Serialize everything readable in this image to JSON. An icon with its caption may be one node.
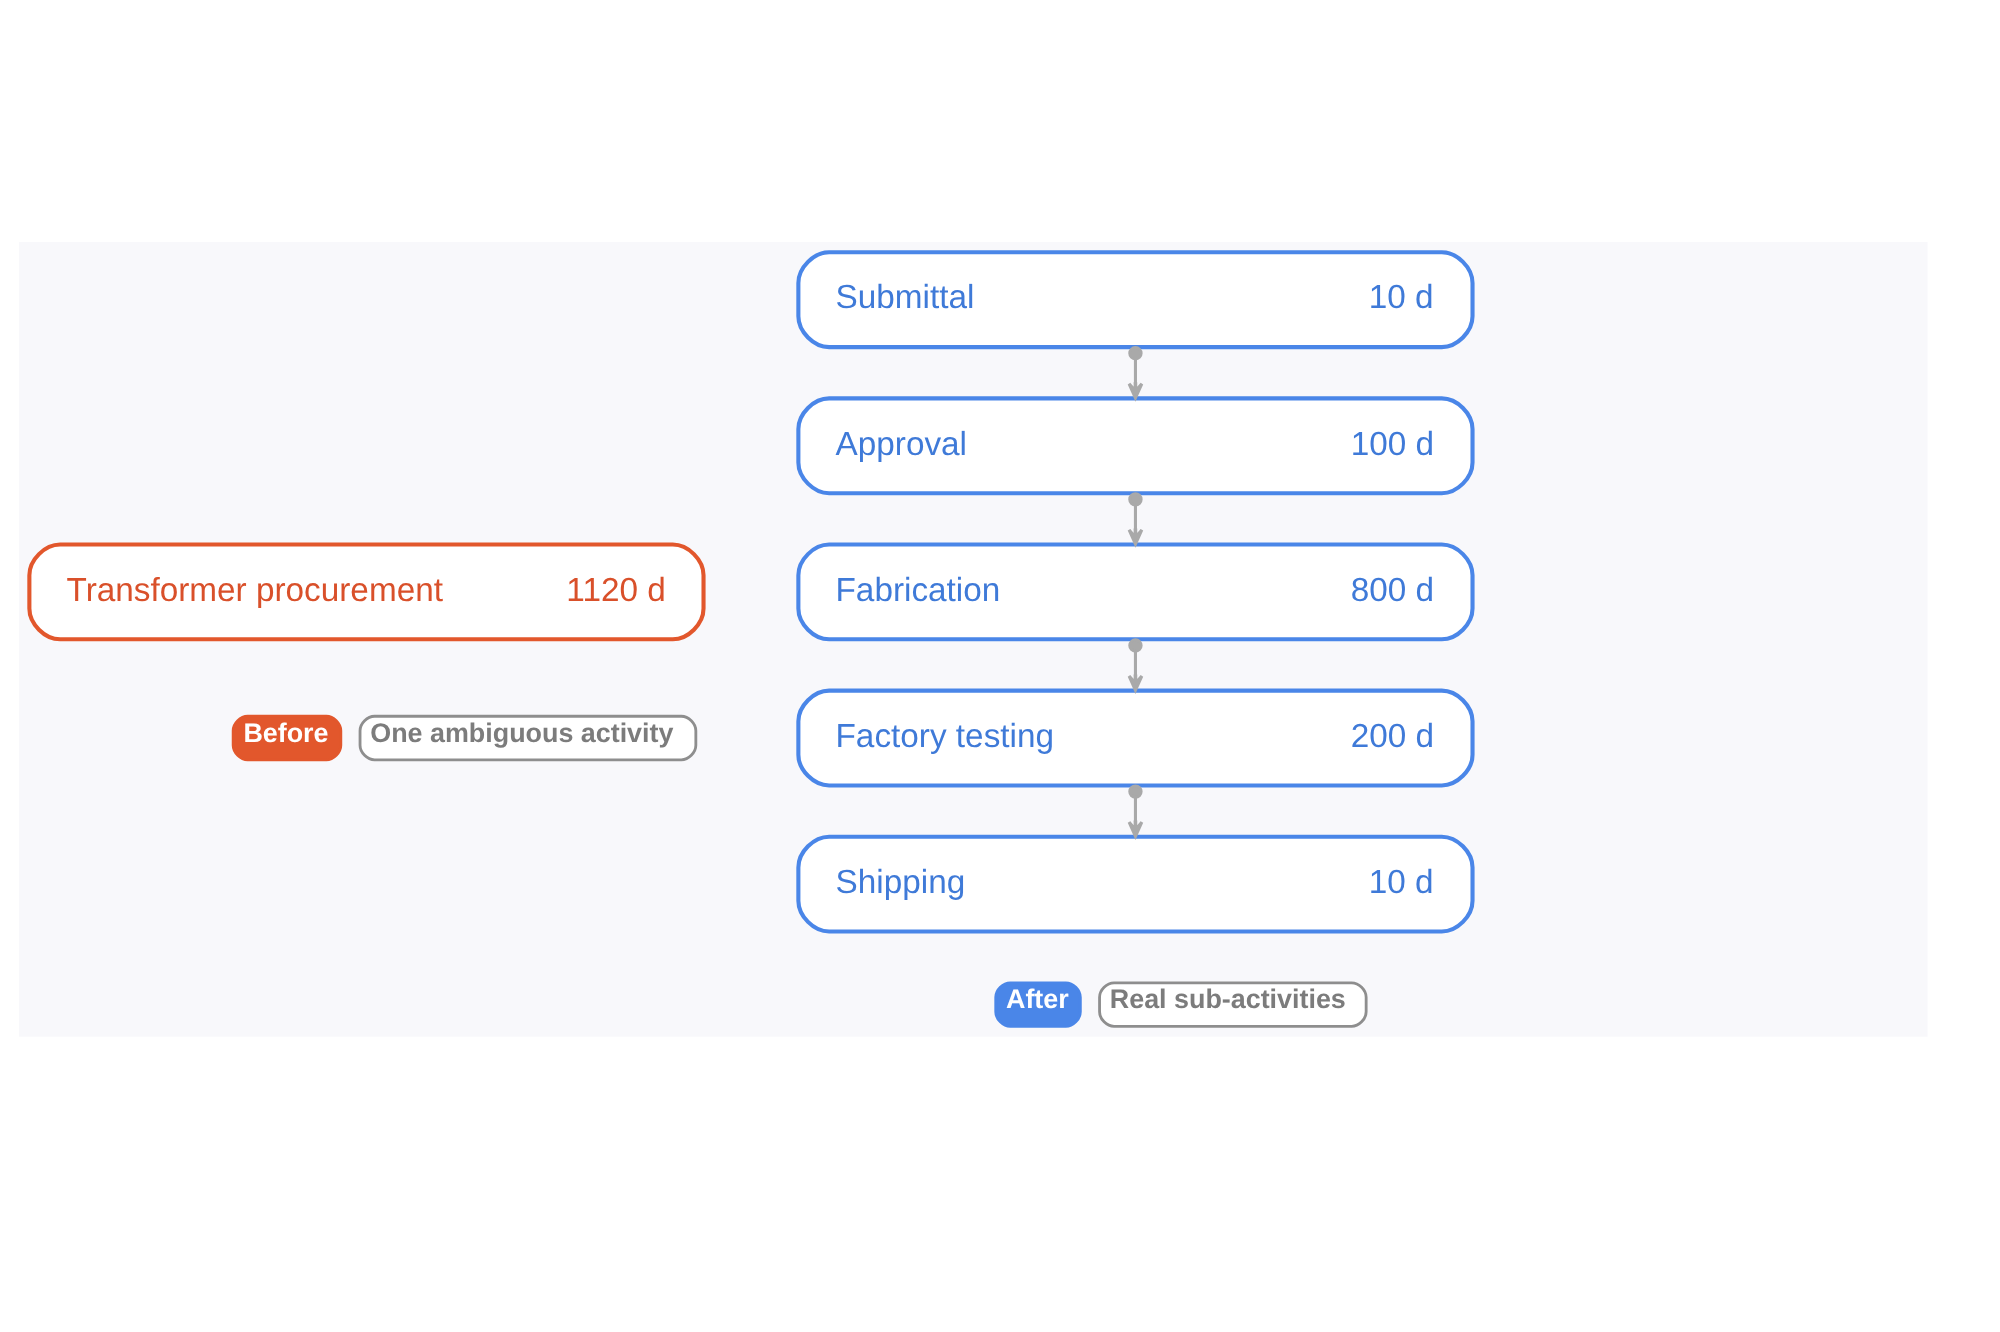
{
  "diagram": {
    "nodes": [
      {
        "text": [
          "Transformer procurement",
          "1120 d"
        ]
      },
      {
        "text": [
          "Before"
        ]
      },
      {
        "text": [
          "One ambiguous activity"
        ]
      },
      {
        "text": [
          "Submittal",
          "10 d"
        ]
      },
      {
        "text": [
          "Approval",
          "100 d"
        ]
      },
      {
        "text": [
          "Fabrication",
          "800 d"
        ]
      },
      {
        "text": [
          "Factory testing",
          "200 d"
        ]
      },
      {
        "text": [
          "Shipping",
          "10 d"
        ]
      },
      {
        "text": [
          "After"
        ]
      },
      {
        "text": [
          "Real sub-activities"
        ]
      }
    ],
    "edges": [
      {
        "from": 3,
        "to": 4,
        "arrow": "to"
      },
      {
        "from": 4,
        "to": 5,
        "arrow": "to"
      },
      {
        "from": 5,
        "to": 6,
        "arrow": "to"
      },
      {
        "from": 6,
        "to": 7,
        "arrow": "to"
      }
    ]
  }
}
